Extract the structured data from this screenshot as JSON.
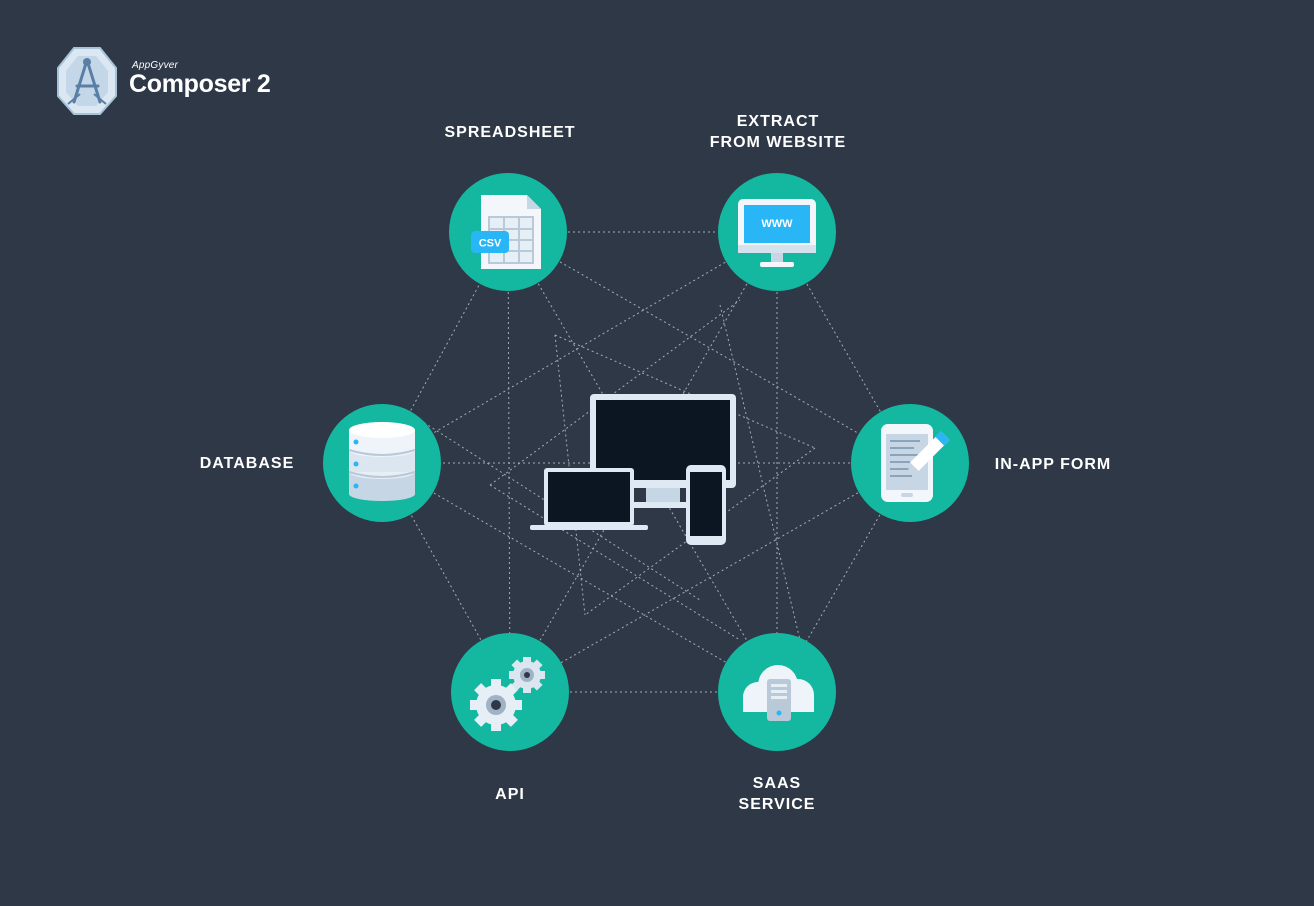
{
  "brand": {
    "small": "AppGyver",
    "name": "Composer 2"
  },
  "nodes": {
    "spreadsheet": {
      "label": "SPREADSHEET",
      "badge": "CSV"
    },
    "website": {
      "label_line1": "EXTRACT",
      "label_line2": "FROM WEBSITE",
      "screen_text": "WWW"
    },
    "database": {
      "label": "DATABASE"
    },
    "form": {
      "label": "IN-APP FORM"
    },
    "api": {
      "label": "API"
    },
    "saas": {
      "label_line1": "SAAS",
      "label_line2": "SERVICE"
    }
  },
  "colors": {
    "background": "#2f3847",
    "node": "#14b8a0",
    "accent_blue": "#29b6f6",
    "device_screen": "#0c1522",
    "device_frame": "#dfe9f3",
    "connector": "#c8d6e0"
  },
  "icons": {
    "spreadsheet": "csv-spreadsheet-icon",
    "website": "monitor-www-icon",
    "database": "database-stack-icon",
    "form": "phone-form-pencil-icon",
    "api": "gears-icon",
    "saas": "cloud-server-icon",
    "center": "devices-icon"
  }
}
